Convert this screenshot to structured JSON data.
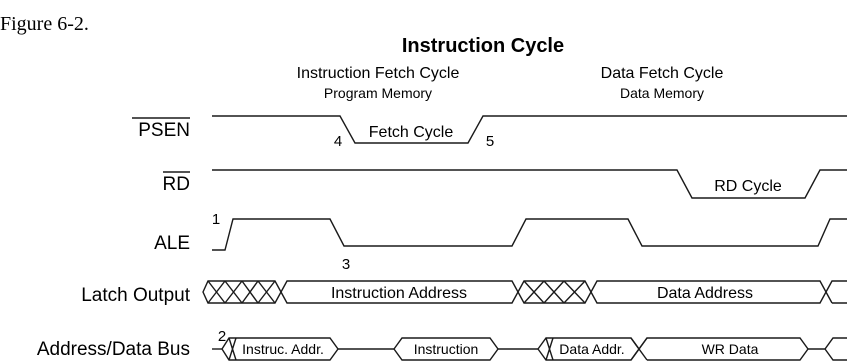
{
  "caption": "Figure 6-2.",
  "title": "Instruction Cycle",
  "phases": {
    "fetch": {
      "label": "Instruction Fetch Cycle",
      "sub": "Program Memory"
    },
    "data": {
      "label": "Data Fetch Cycle",
      "sub": "Data Memory"
    }
  },
  "signals": {
    "psen": "PSEN",
    "rd": "RD",
    "ale": "ALE",
    "latch": "Latch Output",
    "bus": "Address/Data Bus"
  },
  "annotations": {
    "fetch_cycle": "Fetch Cycle",
    "rd_cycle": "RD Cycle",
    "instr_address": "Instruction Address",
    "data_address": "Data Address",
    "instruc_addr": "Instruc. Addr.",
    "instruction": "Instruction",
    "data_addr": "Data Addr.",
    "wr_data": "WR Data"
  },
  "markers": {
    "m1": "1",
    "m2": "2",
    "m3": "3",
    "m4": "4",
    "m5": "5"
  }
}
